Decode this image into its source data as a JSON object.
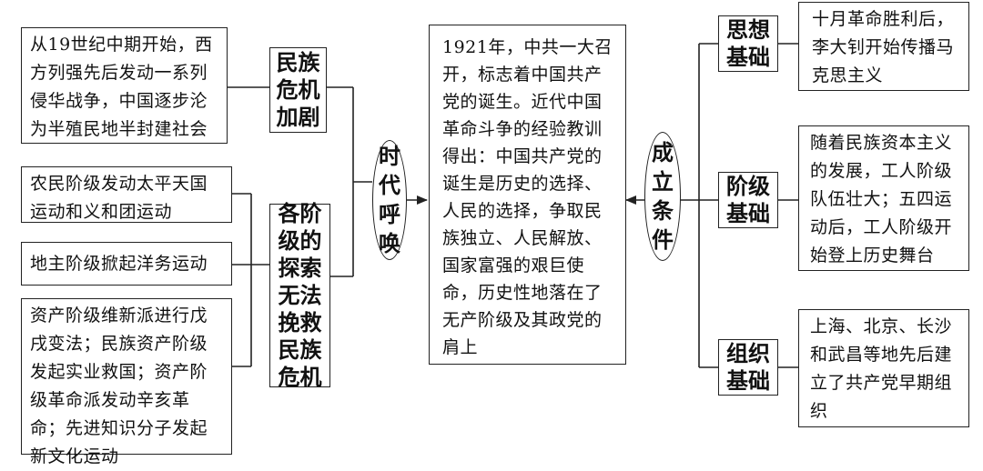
{
  "left": {
    "crisis": {
      "label": "民族危机加剧",
      "note": "从19世纪中期开始，西方列强先后发动一系列侵华战争，中国逐步沦为半殖民地半封建社会"
    },
    "explore": {
      "label": "各阶级的探索无法挽救民族危机",
      "notes": [
        "农民阶级发动太平天国运动和义和团运动",
        "地主阶级掀起洋务运动",
        "资产阶级维新派进行戊戌变法；民族资产阶级发起实业救国；资产阶级革命派发动辛亥革命；先进知识分子发起新文化运动"
      ]
    }
  },
  "times_call": "时代呼唤",
  "center": "1921年，中共一大召开，标志着中国共产党的诞生。近代中国革命斗争的经验教训得出：中国共产党的诞生是历史的选择、人民的选择，争取民族独立、人民解放、国家富强的艰巨使命，历史性地落在了无产阶级及其政党的肩上",
  "conditions": "成立条件",
  "right": [
    {
      "label": "思想基础",
      "note": "十月革命胜利后，李大钊开始传播马克思主义"
    },
    {
      "label": "阶级基础",
      "note": "随着民族资本主义的发展，工人阶级队伍壮大；五四运动后，工人阶级开始登上历史舞台"
    },
    {
      "label": "组织基础",
      "note": "上海、北京、长沙和武昌等地先后建立了共产党早期组织"
    }
  ]
}
